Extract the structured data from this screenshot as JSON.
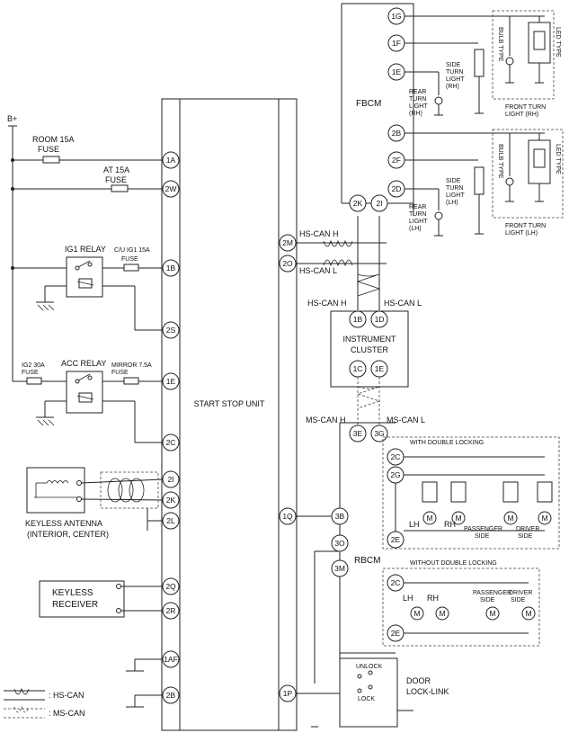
{
  "units": {
    "start_stop": "START STOP UNIT",
    "fbcm": "FBCM",
    "rbcm": "RBCM",
    "cluster": [
      "INSTRUMENT",
      "CLUSTER"
    ],
    "keyless_receiver": [
      "KEYLESS",
      "RECEIVER"
    ],
    "keyless_antenna": [
      "KEYLESS ANTENNA",
      "(INTERIOR, CENTER)"
    ],
    "door_lock_link": [
      "DOOR",
      "LOCK-LINK"
    ]
  },
  "power": {
    "bplus": "B+",
    "room_fuse": [
      "ROOM 15A",
      "FUSE"
    ],
    "at_fuse": [
      "AT 15A",
      "FUSE"
    ],
    "ig1_relay": "IG1 RELAY",
    "cu_ig1_fuse": [
      "C/U IG1 15A",
      "FUSE"
    ],
    "ig2_fuse": [
      "IG2 30A",
      "FUSE"
    ],
    "acc_relay": "ACC RELAY",
    "mirror_fuse": [
      "MIRROR 7.5A",
      "FUSE"
    ]
  },
  "ssu_left_pins": [
    "1A",
    "2W",
    "1B",
    "2S",
    "1E",
    "2C",
    "2I",
    "2K",
    "2L",
    "2Q",
    "2R",
    "1AF",
    "2B"
  ],
  "ssu_right_pins": [
    "2M",
    "2O",
    "1Q",
    "1P"
  ],
  "can": {
    "hs_h": "HS-CAN H",
    "hs_l": "HS-CAN L",
    "ms_h": "MS-CAN H",
    "ms_l": "MS-CAN L"
  },
  "cluster_pins": [
    "1B",
    "1D",
    "1C",
    "1E"
  ],
  "fbcm_pins": [
    "1G",
    "1F",
    "1E",
    "2B",
    "2F",
    "2D",
    "2K",
    "2I"
  ],
  "rbcm_pins": [
    "3E",
    "3G",
    "3B",
    "3O",
    "3M"
  ],
  "lights": {
    "bulb_type": "BULB TYPE",
    "led_type": "LED TYPE",
    "side_rh": [
      "SIDE",
      "TURN",
      "LIGHT",
      "(RH)"
    ],
    "rear_rh": [
      "REAR",
      "TURN",
      "LIGHT",
      "(RH)"
    ],
    "front_rh": [
      "FRONT TURN",
      "LIGHT (RH)"
    ],
    "side_lh": [
      "SIDE",
      "TURN",
      "LIGHT",
      "(LH)"
    ],
    "rear_lh": [
      "REAR",
      "TURN",
      "LIGHT",
      "(LH)"
    ],
    "front_lh": [
      "FRONT TURN",
      "LIGHT (LH)"
    ]
  },
  "locking": {
    "with": "WITH DOUBLE LOCKING",
    "without": "WITHOUT DOUBLE LOCKING",
    "with_pins": [
      "2C",
      "2G",
      "2E"
    ],
    "without_pins": [
      "2C",
      "2E"
    ],
    "lh": "LH",
    "rh": "RH",
    "passenger": [
      "PASSENGER",
      "SIDE"
    ],
    "driver": [
      "DRIVER",
      "SIDE"
    ],
    "unlock": "UNLOCK",
    "lock": "LOCK"
  },
  "legend": {
    "hs": ": HS-CAN",
    "ms": ": MS-CAN"
  },
  "motor_glyph": "M"
}
